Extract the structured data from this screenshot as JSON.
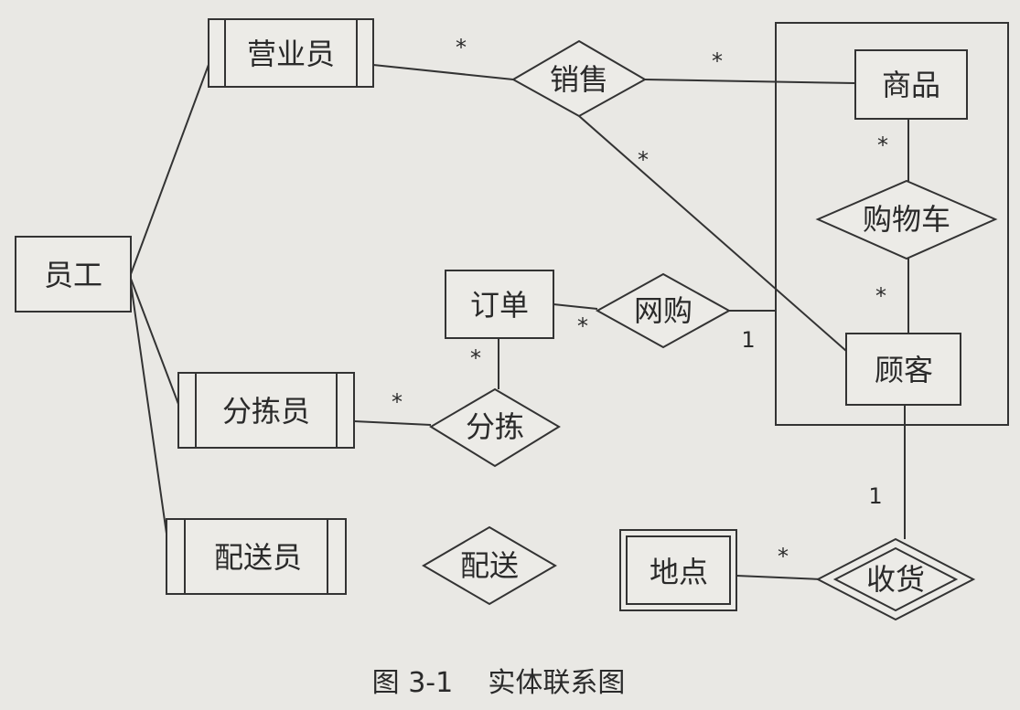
{
  "entities": {
    "employee": "员工",
    "salesperson": "营业员",
    "sorter": "分拣员",
    "courier": "配送员",
    "order": "订单",
    "product": "商品",
    "customer": "顾客",
    "location": "地点"
  },
  "relationships": {
    "sale": "销售",
    "online_purchase": "网购",
    "sorting": "分拣",
    "delivery": "配送",
    "shopping_cart": "购物车",
    "receiving": "收货"
  },
  "cardinalities": {
    "sale_salesperson": "*",
    "sale_product": "*",
    "sale_customer": "*",
    "cart_product": "*",
    "cart_customer": "*",
    "order_online": "*",
    "online_customer": "1",
    "order_sorting": "*",
    "sorter_sorting": "*",
    "customer_receiving": "1",
    "location_receiving": "*"
  },
  "caption": "图 3-1    实体联系图"
}
